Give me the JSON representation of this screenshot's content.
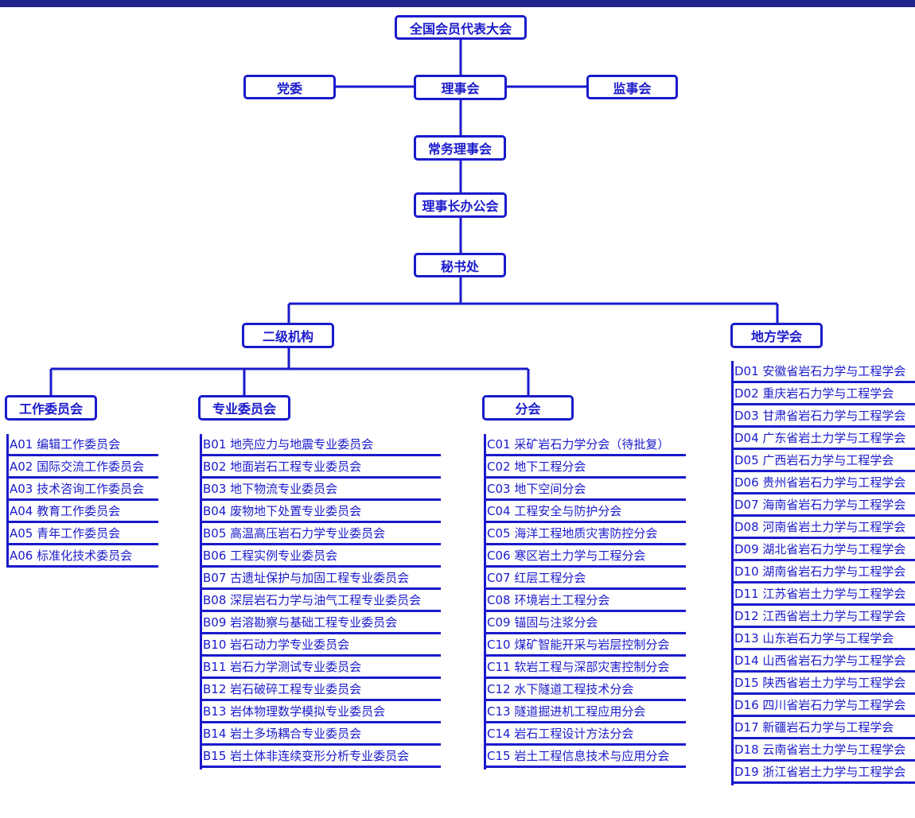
{
  "colors": {
    "accent": "#1a1acc",
    "header_bar": "#23238f"
  },
  "nodes": {
    "congress": "全国会员代表大会",
    "party": "党委",
    "council": "理事会",
    "supervisory": "监事会",
    "standing": "常务理事会",
    "chairman_office": "理事长办公会",
    "secretariat": "秘书处",
    "secondary": "二级机构",
    "local": "地方学会",
    "work_committees": "工作委员会",
    "professional_committees": "专业委员会",
    "branches": "分会"
  },
  "lists": {
    "A": [
      {
        "code": "A01",
        "name": "编辑工作委员会"
      },
      {
        "code": "A02",
        "name": "国际交流工作委员会"
      },
      {
        "code": "A03",
        "name": "技术咨询工作委员会"
      },
      {
        "code": "A04",
        "name": "教育工作委员会"
      },
      {
        "code": "A05",
        "name": "青年工作委员会"
      },
      {
        "code": "A06",
        "name": "标准化技术委员会"
      }
    ],
    "B": [
      {
        "code": "B01",
        "name": "地壳应力与地震专业委员会"
      },
      {
        "code": "B02",
        "name": "地面岩石工程专业委员会"
      },
      {
        "code": "B03",
        "name": "地下物流专业委员会"
      },
      {
        "code": "B04",
        "name": "废物地下处置专业委员会"
      },
      {
        "code": "B05",
        "name": "高温高压岩石力学专业委员会"
      },
      {
        "code": "B06",
        "name": "工程实例专业委员会"
      },
      {
        "code": "B07",
        "name": "古遗址保护与加固工程专业委员会"
      },
      {
        "code": "B08",
        "name": "深层岩石力学与油气工程专业委员会"
      },
      {
        "code": "B09",
        "name": "岩溶勘察与基础工程专业委员会"
      },
      {
        "code": "B10",
        "name": "岩石动力学专业委员会"
      },
      {
        "code": "B11",
        "name": "岩石力学测试专业委员会"
      },
      {
        "code": "B12",
        "name": "岩石破碎工程专业委员会"
      },
      {
        "code": "B13",
        "name": "岩体物理数学模拟专业委员会"
      },
      {
        "code": "B14",
        "name": "岩土多场耦合专业委员会"
      },
      {
        "code": "B15",
        "name": "岩土体非连续变形分析专业委员会"
      }
    ],
    "C": [
      {
        "code": "C01",
        "name": "采矿岩石力学分会（待批复）"
      },
      {
        "code": "C02",
        "name": "地下工程分会"
      },
      {
        "code": "C03",
        "name": "地下空间分会"
      },
      {
        "code": "C04",
        "name": "工程安全与防护分会"
      },
      {
        "code": "C05",
        "name": "海洋工程地质灾害防控分会"
      },
      {
        "code": "C06",
        "name": "寒区岩土力学与工程分会"
      },
      {
        "code": "C07",
        "name": "红层工程分会"
      },
      {
        "code": "C08",
        "name": "环境岩土工程分会"
      },
      {
        "code": "C09",
        "name": "锚固与注浆分会"
      },
      {
        "code": "C10",
        "name": "煤矿智能开采与岩层控制分会"
      },
      {
        "code": "C11",
        "name": "软岩工程与深部灾害控制分会"
      },
      {
        "code": "C12",
        "name": "水下隧道工程技术分会"
      },
      {
        "code": "C13",
        "name": "隧道掘进机工程应用分会"
      },
      {
        "code": "C14",
        "name": "岩石工程设计方法分会"
      },
      {
        "code": "C15",
        "name": "岩土工程信息技术与应用分会"
      }
    ],
    "D": [
      {
        "code": "D01",
        "name": "安徽省岩石力学与工程学会"
      },
      {
        "code": "D02",
        "name": "重庆岩石力学与工程学会"
      },
      {
        "code": "D03",
        "name": "甘肃省岩石力学与工程学会"
      },
      {
        "code": "D04",
        "name": "广东省岩土力学与工程学会"
      },
      {
        "code": "D05",
        "name": "广西岩石力学与工程学会"
      },
      {
        "code": "D06",
        "name": "贵州省岩石力学与工程学会"
      },
      {
        "code": "D07",
        "name": "海南省岩石力学与工程学会"
      },
      {
        "code": "D08",
        "name": "河南省岩土力学与工程学会"
      },
      {
        "code": "D09",
        "name": "湖北省岩石力学与工程学会"
      },
      {
        "code": "D10",
        "name": "湖南省岩石力学与工程学会"
      },
      {
        "code": "D11",
        "name": "江苏省岩土力学与工程学会"
      },
      {
        "code": "D12",
        "name": "江西省岩土力学与工程学会"
      },
      {
        "code": "D13",
        "name": "山东岩石力学与工程学会"
      },
      {
        "code": "D14",
        "name": "山西省岩石力学与工程学会"
      },
      {
        "code": "D15",
        "name": "陕西省岩土力学与工程学会"
      },
      {
        "code": "D16",
        "name": "四川省岩石力学与工程学会"
      },
      {
        "code": "D17",
        "name": "新疆岩石力学与工程学会"
      },
      {
        "code": "D18",
        "name": "云南省岩土力学与工程学会"
      },
      {
        "code": "D19",
        "name": "浙江省岩土力学与工程学会"
      }
    ]
  }
}
